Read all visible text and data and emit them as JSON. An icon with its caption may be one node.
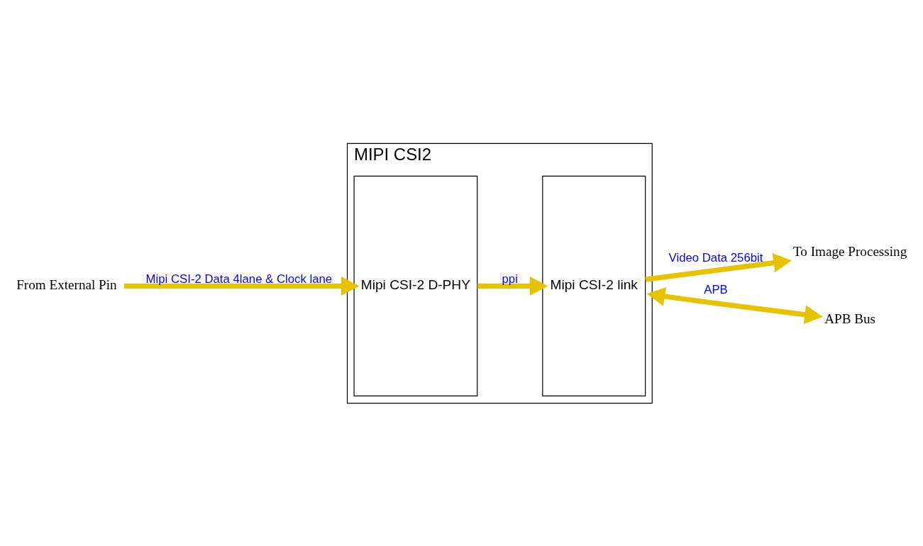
{
  "diagram": {
    "nodes": [
      {
        "text": [
          "MIPI CSI2"
        ]
      },
      {
        "text": [
          "Mipi CSI-2 D-PHY"
        ],
        "in": 0
      },
      {
        "text": [
          "Mipi CSI-2 link"
        ],
        "in": 0
      },
      {
        "text": [
          "From External Pin"
        ]
      },
      {
        "text": [
          "To Image Processing"
        ]
      },
      {
        "text": [
          "APB Bus"
        ]
      }
    ],
    "edges": [
      {
        "from": 3,
        "to": 1,
        "arrow": "to",
        "label": "Mipi CSI-2 Data 4lane & Clock lane"
      },
      {
        "from": 1,
        "to": 2,
        "arrow": "to",
        "label": "ppi"
      },
      {
        "from": 2,
        "to": 4,
        "arrow": "to",
        "label": "Video Data 256bit"
      },
      {
        "from": 0,
        "to": 5,
        "arrow": "both",
        "label": "APB"
      }
    ]
  }
}
